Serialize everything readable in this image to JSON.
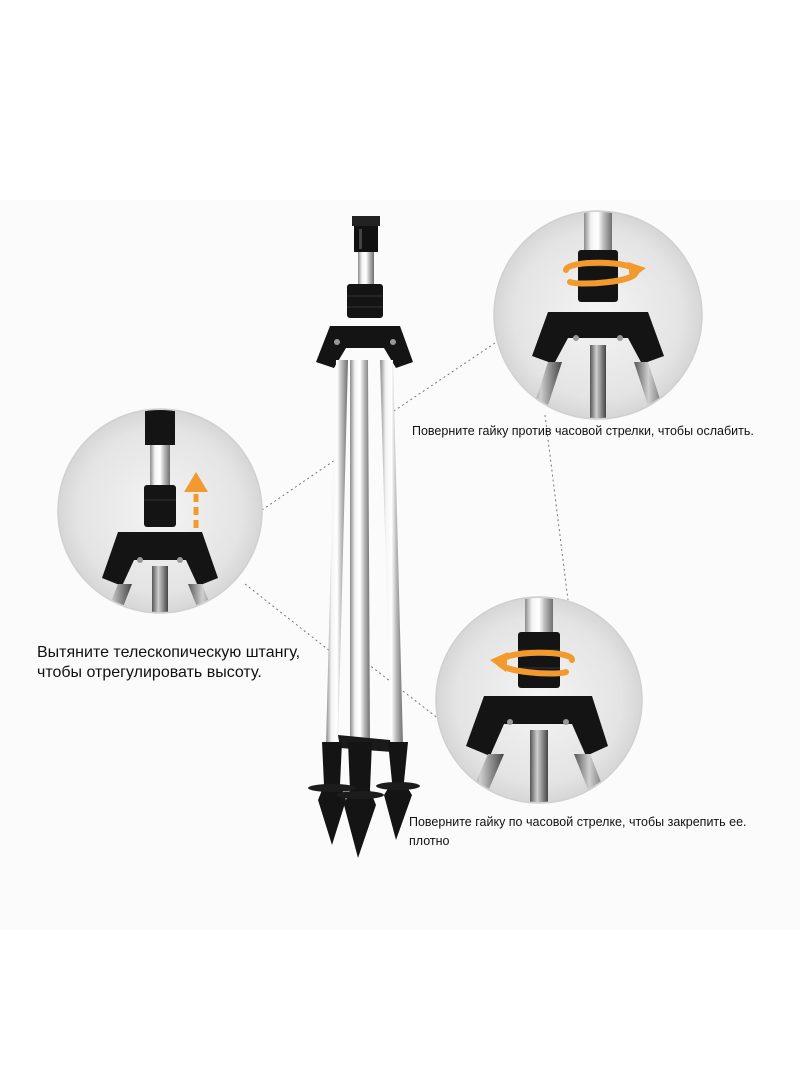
{
  "captions": {
    "loosen": "Поверните гайку против часовой стрелки, чтобы ослабить.",
    "extend_line1": "Вытяните телескопическую штангу,",
    "extend_line2": "чтобы отрегулировать высоту.",
    "tighten_line1": "Поверните гайку по часовой стрелке, чтобы закрепить ее.",
    "tighten_line2": "плотно"
  },
  "colors": {
    "accent_arrow": "#f29a2e",
    "plastic": "#141414",
    "steel": "#c8c8c8",
    "circle_bg": "#e6e6e6"
  }
}
